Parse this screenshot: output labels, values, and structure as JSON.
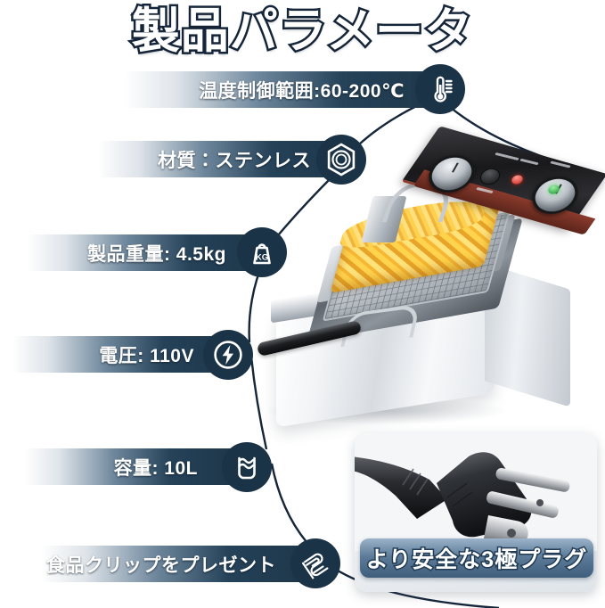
{
  "page": {
    "title": "製品パラメータ",
    "background_color": "#ffffff",
    "accent_color": "#1b3347",
    "bar_color": "#1d3548"
  },
  "specs": [
    {
      "id": "temperature-range",
      "label": "温度制御範囲:60-200℃",
      "icon": "thermometer-icon"
    },
    {
      "id": "material",
      "label": "材質：ステンレス",
      "icon": "hex-nut-icon"
    },
    {
      "id": "product-weight",
      "label": "製品重量: 4.5kg",
      "icon": "weight-kg-icon"
    },
    {
      "id": "voltage",
      "label": "電圧: 110V",
      "icon": "lightning-bolt-icon"
    },
    {
      "id": "capacity",
      "label": "容量: 10L",
      "icon": "oil-tank-icon"
    },
    {
      "id": "bonus-food-clip",
      "label": "食品クリップをプレゼント",
      "icon": "food-tongs-icon"
    }
  ],
  "plug_inset": {
    "caption": "より安全な3極プラグ",
    "image_alt": "three-prong-power-plug"
  },
  "product_image": {
    "alt": "stainless-steel-deep-fryer-with-french-fries"
  }
}
